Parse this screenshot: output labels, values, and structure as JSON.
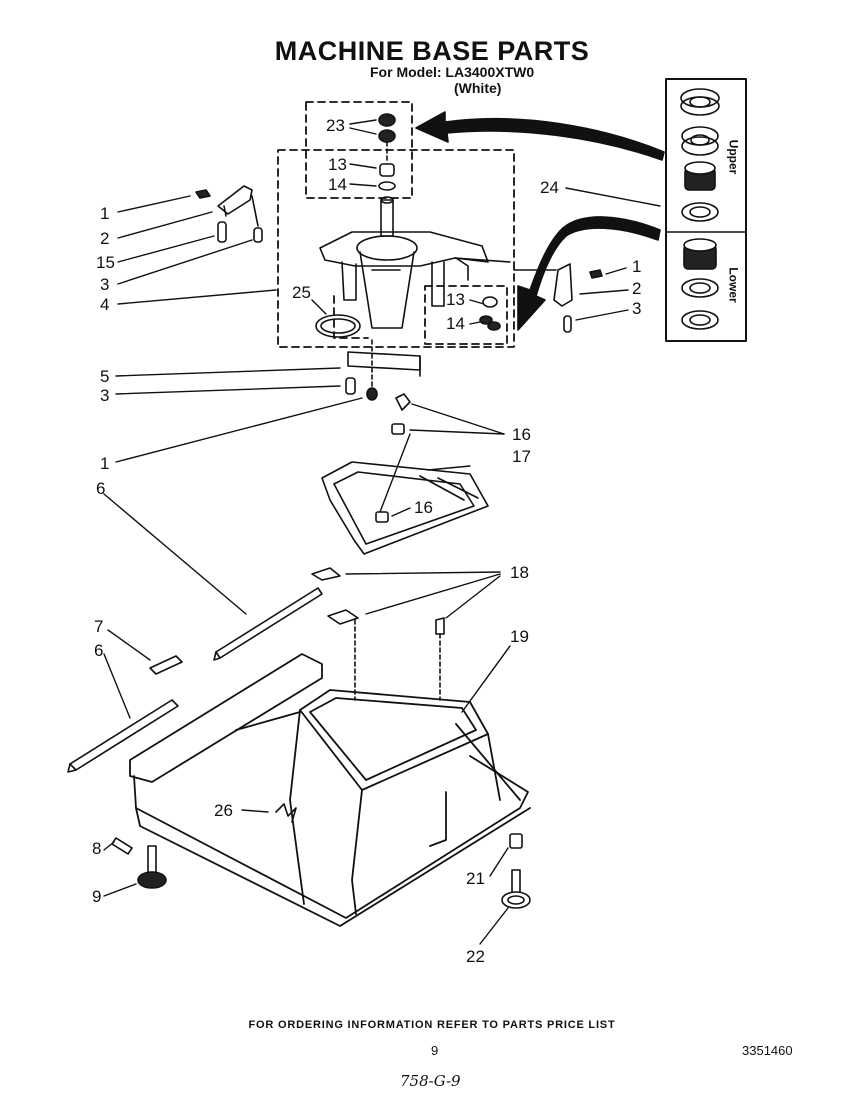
{
  "header": {
    "title": "MACHINE BASE PARTS",
    "model_line": "For Model: LA3400XTW0",
    "color_line": "(White)"
  },
  "callouts": {
    "c1a": "1",
    "c2a": "2",
    "c15": "15",
    "c3a": "3",
    "c4": "4",
    "c25": "25",
    "c23": "23",
    "c13a": "13",
    "c14a": "14",
    "c24": "24",
    "c1b": "1",
    "c2b": "2",
    "c3b": "3",
    "c13b": "13",
    "c14b": "14",
    "c5": "5",
    "c3c": "3",
    "c1c": "1",
    "c6a": "6",
    "c16a": "16",
    "c17": "17",
    "c16b": "16",
    "c18": "18",
    "c19": "19",
    "c7": "7",
    "c6b": "6",
    "c26": "26",
    "c8": "8",
    "c9": "9",
    "c21": "21",
    "c22": "22"
  },
  "inset": {
    "upper_label": "Upper",
    "lower_label": "Lower"
  },
  "footer": {
    "ordering_note": "FOR ORDERING INFORMATION REFER TO PARTS PRICE LIST",
    "page_number": "9",
    "doc_number": "3351460",
    "handwritten": "758-G-9"
  }
}
